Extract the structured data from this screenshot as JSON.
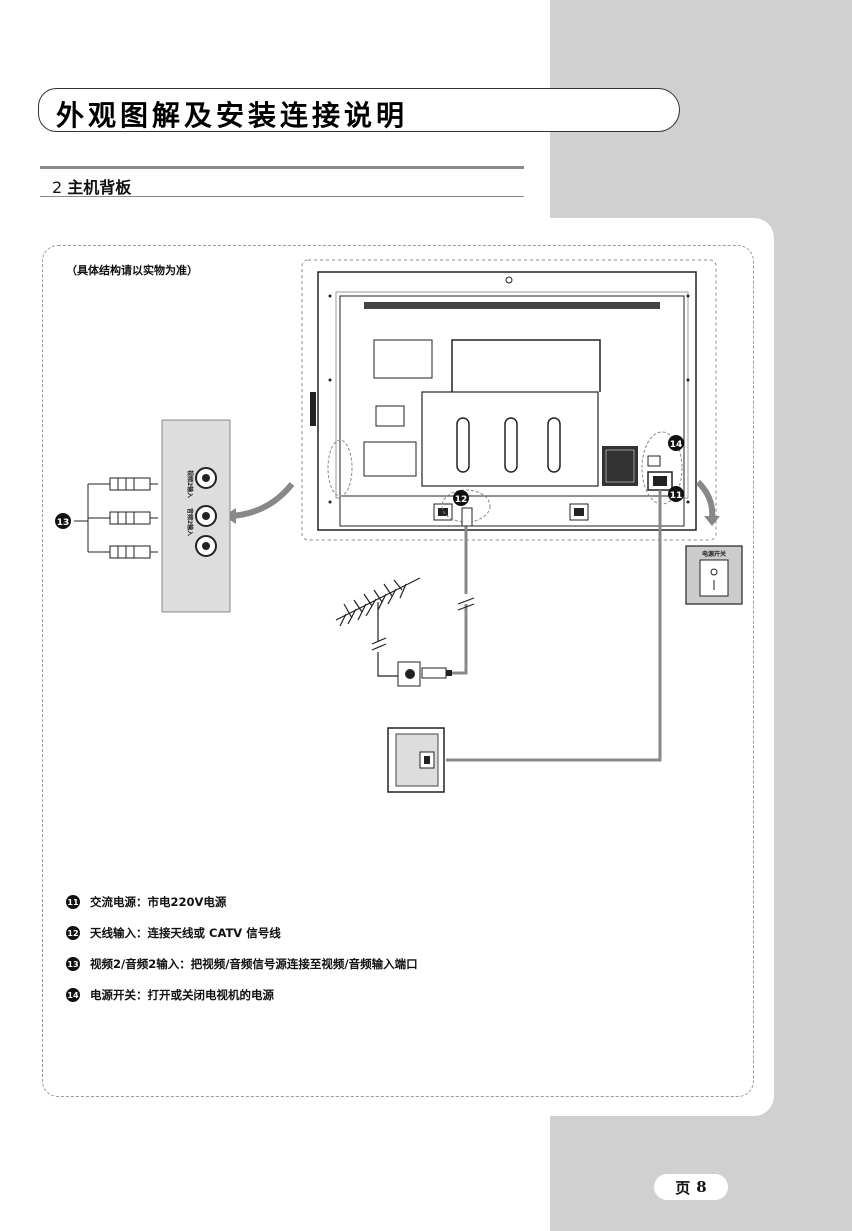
{
  "header": {
    "title": "外观图解及安装连接说明"
  },
  "section": {
    "number": "2",
    "title": "主机背板"
  },
  "note": "（具体结构请以实物为准）",
  "diagram": {
    "switch_label": "电源开关",
    "jack_labels": [
      "视频2输入",
      "音频2输入"
    ],
    "callouts": [
      "11",
      "12",
      "13",
      "14"
    ]
  },
  "legend": [
    {
      "num": "11",
      "text": "交流电源：市电220V电源"
    },
    {
      "num": "12",
      "text": "天线输入：连接天线或 CATV 信号线"
    },
    {
      "num": "13",
      "text": "视频2/音频2输入：把视频/音频信号源连接至视频/音频输入端口"
    },
    {
      "num": "14",
      "text": "电源开关：打开或关闭电视机的电源"
    }
  ],
  "footer": {
    "page_label": "页",
    "page_number": "8"
  }
}
